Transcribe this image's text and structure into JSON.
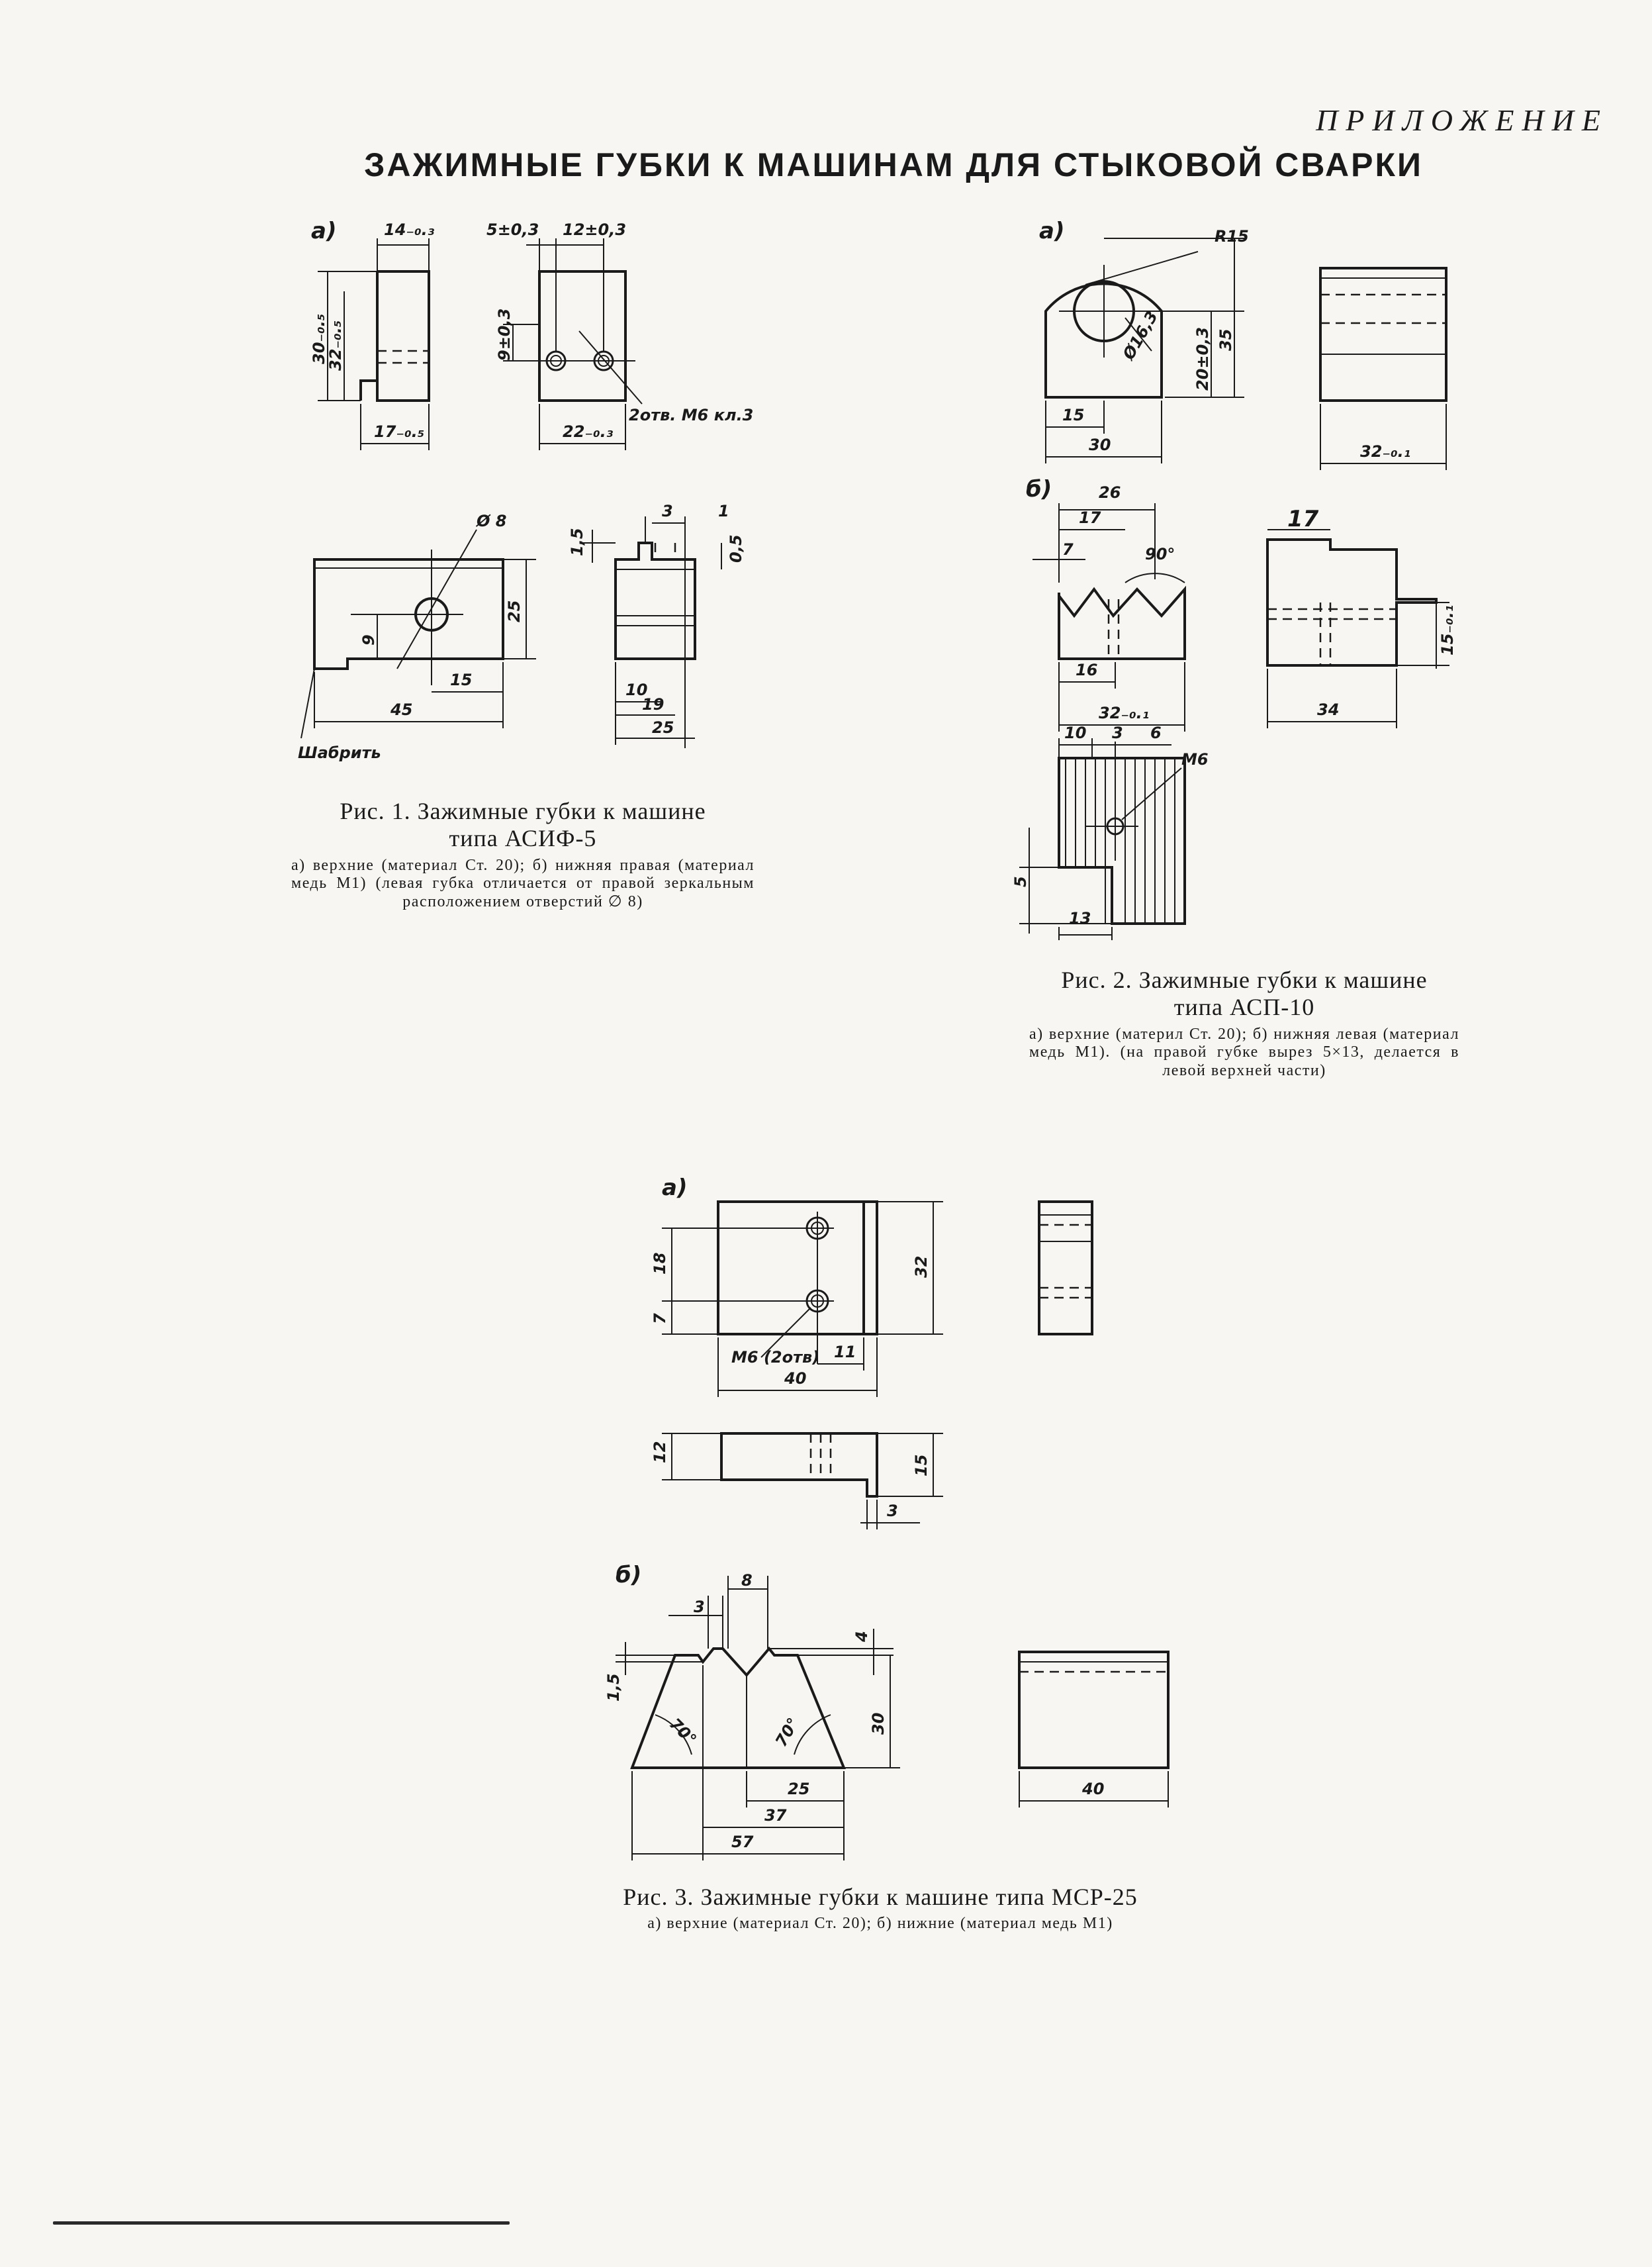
{
  "header": {
    "appendix": "ПРИЛОЖЕНИЕ",
    "title": "ЗАЖИМНЫЕ ГУБКИ К МАШИНАМ ДЛЯ СТЫКОВОЙ СВАРКИ"
  },
  "fig1": {
    "caption_line1": "Рис. 1. Зажимные губки к машине",
    "caption_line2": "типа АСИФ-5",
    "note": "а) верхние (материал Ст. 20); б) нижняя правая (материал медь М1) (левая губка отличается от правой зеркальным расположением отверстий ∅ 8)",
    "labels": {
      "a": "а)",
      "d_14": "14₋₀.₃",
      "d_5": "5±0,3",
      "d_12": "12±0,3",
      "d_30": "30₋₀.₅",
      "d_32": "32₋₀.₅",
      "d_9": "9±0,3",
      "d_17": "17₋₀.₅",
      "d_22": "22₋₀.₃",
      "holes": "2отв. М6 кл.3",
      "phi8": "Ø 8",
      "d_3": "3",
      "d_1": "1",
      "d_15v": "1,5",
      "d_05": "0,5",
      "d_25v": "25",
      "d_9b": "9",
      "d_15": "15",
      "d_45": "45",
      "d_10": "10",
      "d_19": "19",
      "d_25": "25",
      "scrape": "Шабрить"
    }
  },
  "fig2": {
    "caption_line1": "Рис. 2. Зажимные губки к машине",
    "caption_line2": "типа АСП-10",
    "note": "а) верхние (материл Ст. 20); б) нижняя левая (материал медь М1). (на правой губке вырез 5×13, делается в левой верхней части)",
    "labels": {
      "a": "а)",
      "b": "б)",
      "r15": "R15",
      "phi16": "Ø16,3",
      "d_20": "20±0,3",
      "d_35": "35",
      "d_15": "15",
      "d_30": "30",
      "d_32": "32₋₀.₁",
      "d_26": "26",
      "d_17": "17",
      "d_7": "7",
      "d_90": "90°",
      "d_16": "16",
      "d_32b": "32₋₀.₁",
      "d_17b": "17",
      "d_15b": "15₋₀.₁",
      "d_34": "34",
      "d_10": "10",
      "d_3": "3",
      "d_6": "6",
      "m6": "М6",
      "d_5": "5",
      "d_13": "13"
    }
  },
  "fig3": {
    "caption": "Рис. 3. Зажимные губки к машине типа МСР-25",
    "note": "а) верхние (материал Ст. 20); б) нижние (материал медь М1)",
    "labels": {
      "a": "а)",
      "b": "б)",
      "d_18": "18",
      "d_7": "7",
      "d_32": "32",
      "m6": "М6 (2отв)",
      "d_11": "11",
      "d_40": "40",
      "d_12": "12",
      "d_15": "15",
      "d_3": "3",
      "d_3b": "3",
      "d_8": "8",
      "d_4": "4",
      "d_15b": "1,5",
      "d_70a": "70°",
      "d_70b": "70°",
      "d_30": "30",
      "d_25": "25",
      "d_37": "37",
      "d_57": "57",
      "d_40b": "40"
    }
  }
}
